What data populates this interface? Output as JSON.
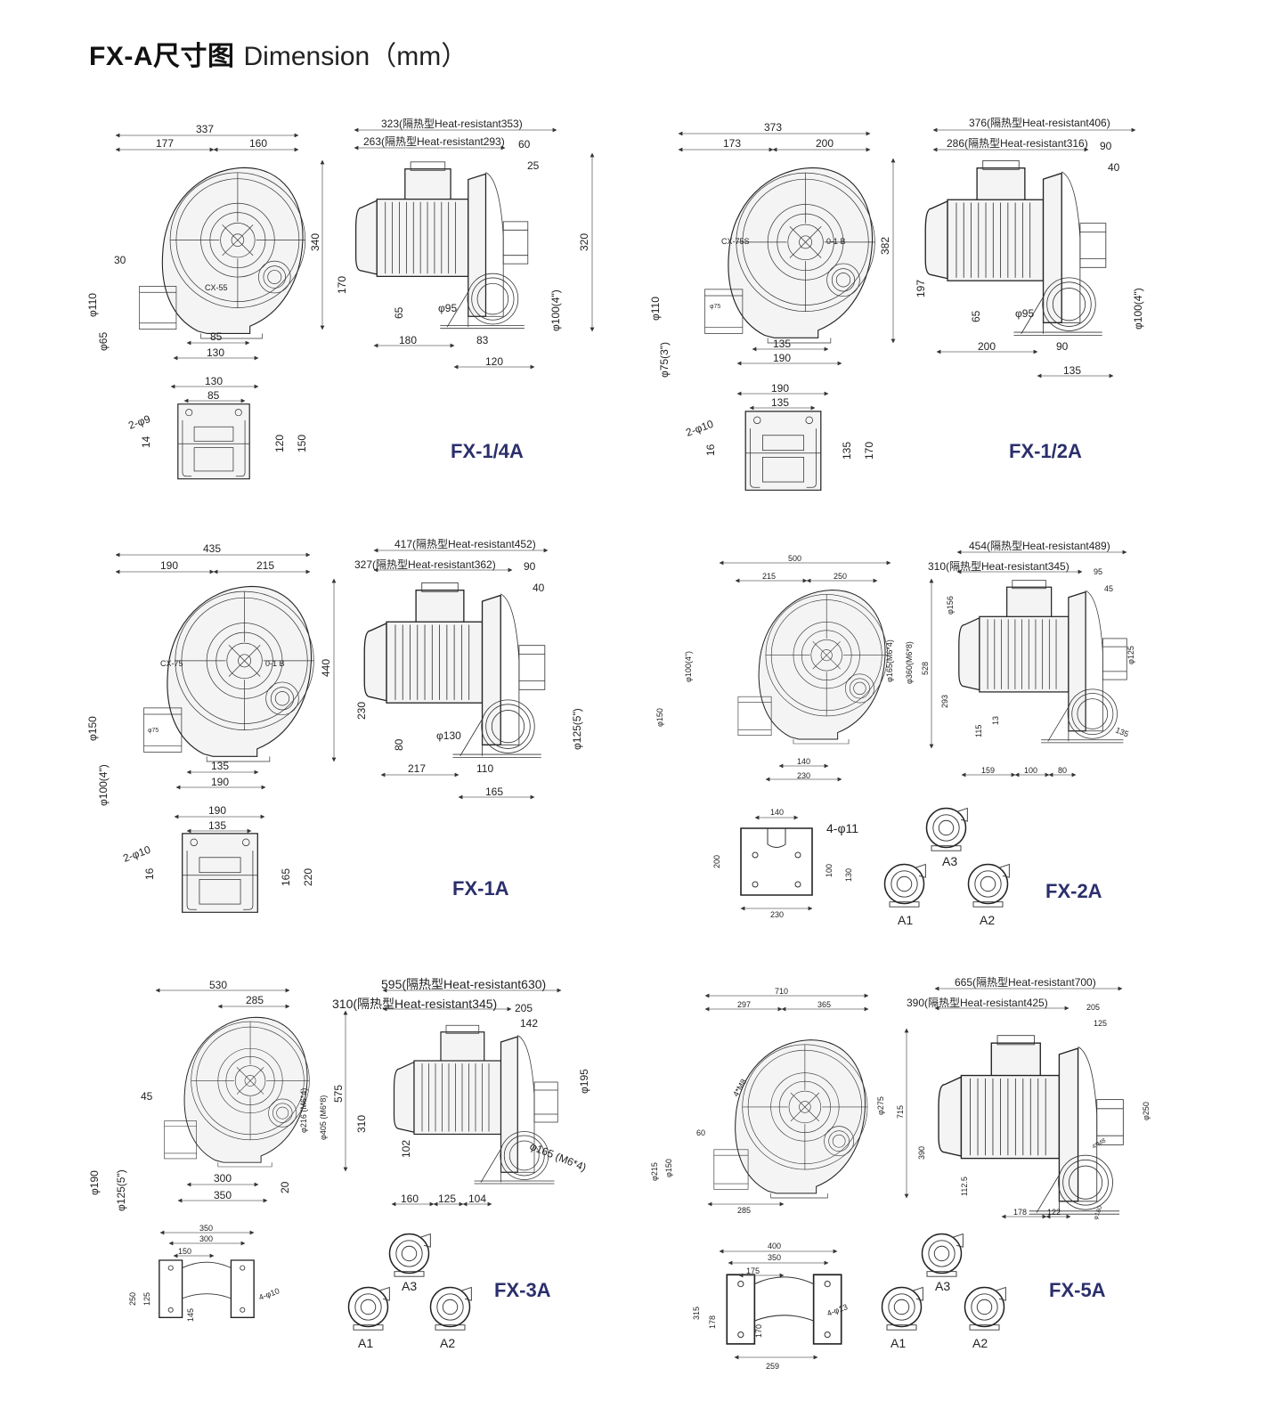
{
  "header": {
    "title_bold": "FX-A尺寸图",
    "title_rest": "Dimension（mm）"
  },
  "models": [
    {
      "name": "FX-1/4A",
      "front": {
        "top": "337",
        "left": "177",
        "right": "160",
        "inlet_ext": "30",
        "height": "340",
        "inlet": "φ110",
        "outlet": "φ65",
        "base_inner": "85",
        "base_outer": "130",
        "badge": "CX-55"
      },
      "side": {
        "total": "323(隔热型Heat-resistant353)",
        "body": "263(隔热型Heat-resistant293)",
        "c1": "60",
        "c2": "25",
        "height": "320",
        "axis": "170",
        "foot": "65",
        "dia": "φ95",
        "outlet": "φ100(4\")",
        "b1": "180",
        "b2": "83",
        "b3": "120"
      },
      "base": {
        "outer": "130",
        "inner": "85",
        "holes": "2-φ9",
        "t": "14",
        "h1": "120",
        "h2": "150"
      }
    },
    {
      "name": "FX-1/2A",
      "front": {
        "top": "373",
        "left": "173",
        "right": "200",
        "height": "382",
        "inlet": "φ110",
        "outlet": "φ75(3\")",
        "base_inner": "135",
        "base_outer": "190",
        "badge": "CX-75S",
        "badge2": "0-1 B",
        "mark": "φ75"
      },
      "side": {
        "total": "376(隔热型Heat-resistant406)",
        "body": "286(隔热型Heat-resistant316)",
        "c1": "90",
        "c2": "40",
        "axis": "197",
        "foot": "65",
        "dia": "φ95",
        "outlet": "φ100(4\")",
        "b1": "200",
        "b2": "90",
        "b3": "135"
      },
      "base": {
        "outer": "190",
        "inner": "135",
        "holes": "2-φ10",
        "t": "16",
        "h1": "135",
        "h2": "170"
      }
    },
    {
      "name": "FX-1A",
      "front": {
        "top": "435",
        "left": "190",
        "right": "215",
        "height": "440",
        "inlet": "φ150",
        "outlet": "φ100(4\")",
        "base_inner": "135",
        "base_outer": "190",
        "badge": "CX-75",
        "badge2": "0-1 B",
        "mark": "φ75"
      },
      "side": {
        "total": "417(隔热型Heat-resistant452)",
        "body": "327(隔热型Heat-resistant362)",
        "c1": "90",
        "c2": "40",
        "axis": "230",
        "foot": "80",
        "dia": "φ130",
        "outlet": "φ125(5\")",
        "b1": "217",
        "b2": "110",
        "b3": "165"
      },
      "base": {
        "outer": "190",
        "inner": "135",
        "holes": "2-φ10",
        "t": "16",
        "h1": "165",
        "h2": "220"
      }
    },
    {
      "name": "FX-2A",
      "front": {
        "top": "500",
        "left": "215",
        "right": "250",
        "inlet": "φ100(4\")",
        "outlet": "φ150",
        "pcd1": "φ165(M6*4)",
        "pcd2": "φ360(M6*8)",
        "height": "528",
        "base_inner": "140",
        "base_outer": "230"
      },
      "side": {
        "total": "454(隔热型Heat-resistant489)",
        "body": "310(隔热型Heat-resistant345)",
        "c1": "95",
        "c2": "45",
        "flange": "φ156",
        "outlet": "φ125",
        "axis": "293",
        "foot1": "115",
        "foot2": "13",
        "dia": "135",
        "b1": "159",
        "b2": "100",
        "b3": "80"
      },
      "base": {
        "w": "140",
        "holes": "4-φ11",
        "h": "200",
        "h1": "100",
        "h2": "130",
        "outer": "230"
      },
      "variants": [
        "A3",
        "A1",
        "A2"
      ]
    },
    {
      "name": "FX-3A",
      "front": {
        "top": "530",
        "inner": "285",
        "inlet_ext": "45",
        "pcd1": "φ216 (M6*4)",
        "pcd2": "φ405 (M6*8)",
        "height": "575",
        "inlet": "φ190",
        "outlet": "φ125(5\")",
        "base_inner": "300",
        "base_outer": "350",
        "foot": "20"
      },
      "side": {
        "total": "595(隔热型Heat-resistant630)",
        "body": "310(隔热型Heat-resistant345)",
        "c1": "205",
        "c2": "142",
        "flange": "φ195",
        "axis": "310",
        "foot": "102",
        "dia": "φ165 (M6*4)",
        "b1": "160",
        "b2": "125",
        "b3": "104"
      },
      "base": {
        "outer": "350",
        "inner": "300",
        "w": "150",
        "h": "250",
        "h1": "125",
        "h2": "145",
        "holes": "4-φ10"
      },
      "variants": [
        "A3",
        "A1",
        "A2"
      ]
    },
    {
      "name": "FX-5A",
      "front": {
        "top": "710",
        "left": "297",
        "right": "365",
        "pcd": "φ275",
        "height": "715",
        "holes": "4*M8",
        "inlet_ext": "60",
        "inlet": "φ215",
        "outlet": "φ150",
        "base": "285"
      },
      "side": {
        "total": "665(隔热型Heat-resistant700)",
        "body": "390(隔热型Heat-resistant425)",
        "c1": "205",
        "c2": "125",
        "flange": "φ250",
        "holes": "4*M8",
        "axis": "390",
        "foot": "112.5",
        "dia": "φ180",
        "b1": "178",
        "b2": "122"
      },
      "base": {
        "outer": "400",
        "inner": "350",
        "w": "175",
        "h": "315",
        "h1": "178",
        "h2": "170",
        "holes": "4-φ13",
        "bottom": "259"
      },
      "variants": [
        "A3",
        "A1",
        "A2"
      ]
    }
  ]
}
